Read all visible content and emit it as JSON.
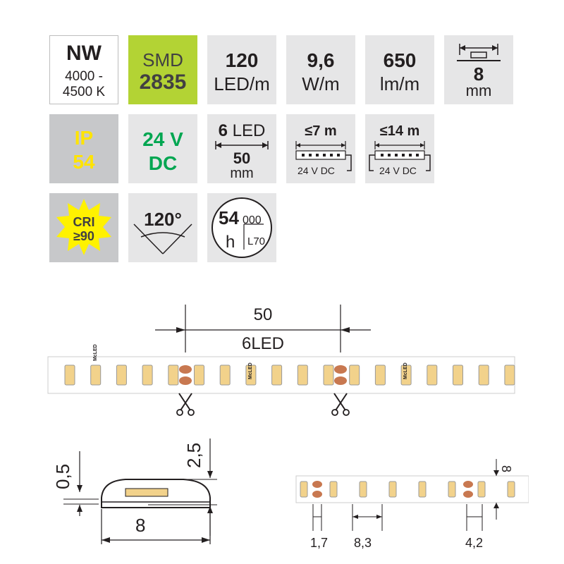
{
  "tiles": {
    "color": {
      "code": "NW",
      "range_line1": "4000 -",
      "range_line2": "4500 K"
    },
    "smd": {
      "label": "SMD",
      "value": "2835"
    },
    "density": {
      "value": "120",
      "unit": "LED/m"
    },
    "power": {
      "value": "9,6",
      "unit": "W/m"
    },
    "flux": {
      "value": "650",
      "unit": "lm/m"
    },
    "width": {
      "value": "8",
      "unit": "mm"
    },
    "ip": {
      "line1": "IP",
      "line2": "54"
    },
    "voltage": {
      "line1": "24 V",
      "line2": "DC"
    },
    "segment": {
      "leds_num": "6",
      "leds_unit": "LED",
      "length_value": "50",
      "length_unit": "mm"
    },
    "run_one_side": {
      "length": "≤7 m",
      "supply": "24 V DC"
    },
    "run_two_sides": {
      "length": "≤14 m",
      "supply": "24 V DC"
    },
    "cri": {
      "line1": "CRI",
      "line2": "≥90"
    },
    "angle": {
      "value": "120°"
    },
    "lifetime": {
      "value": "54",
      "suffix": "000",
      "unit": "h",
      "rating": "L70"
    }
  },
  "strip": {
    "segment_length": "50",
    "segment_leds": "6LED",
    "brand": "McLED"
  },
  "profile": {
    "thickness_top": "0,5",
    "height": "2,5",
    "width": "8"
  },
  "detail": {
    "pad_width": "1,7",
    "led_pitch": "8,3",
    "led_width": "4,2",
    "strip_width": "8"
  },
  "colors": {
    "tile_bg": "#e6e6e7",
    "smd_green": "#b3d334",
    "ip_yellow": "#ffe400",
    "dc_green": "#00a651",
    "cri_star": "#fff200",
    "copper": "#c87850",
    "led_yellow": "#f2d28b"
  }
}
